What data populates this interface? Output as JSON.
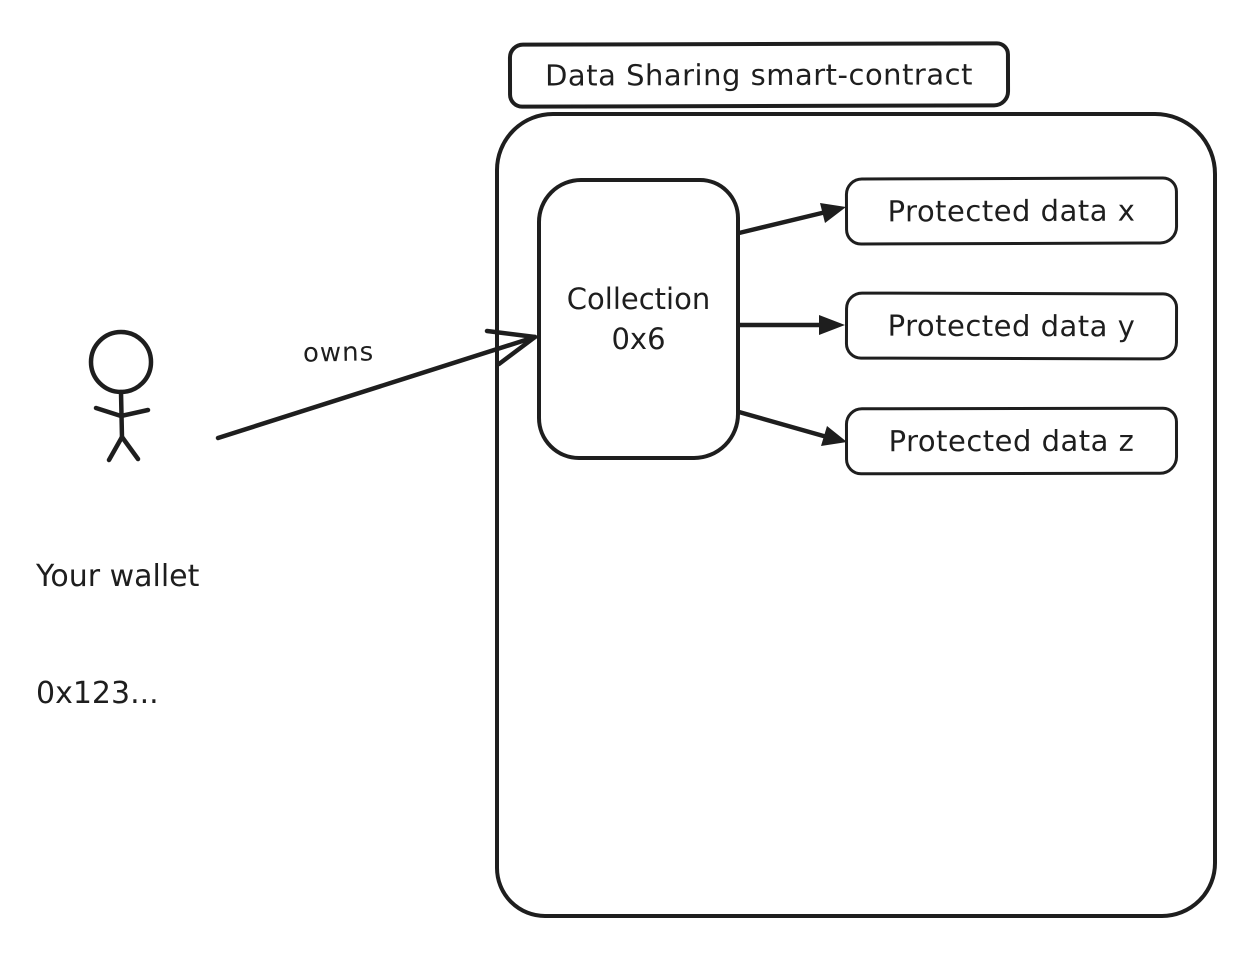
{
  "diagram": {
    "title": "Data Sharing smart-contract",
    "actor": {
      "icon": "stick-figure-icon",
      "label_line1": "Your wallet",
      "label_line2": "0x123..."
    },
    "owns_label": "owns",
    "collection": {
      "title": "Collection",
      "address": "0x6"
    },
    "protected_data": [
      {
        "label": "Protected data x"
      },
      {
        "label": "Protected data y"
      },
      {
        "label": "Protected data z"
      }
    ],
    "colors": {
      "stroke": "#1e1e1e",
      "background": "#ffffff"
    }
  }
}
